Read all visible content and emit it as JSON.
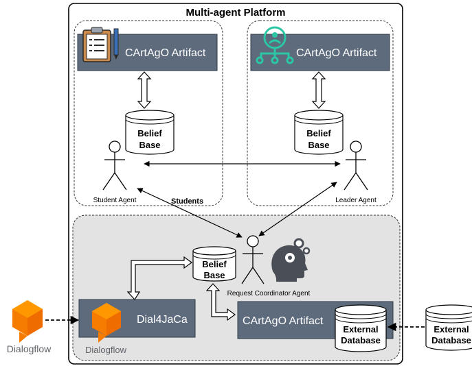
{
  "platform": {
    "title": "Multi-agent Platform"
  },
  "artifacts": {
    "student": {
      "label": "CArtAgO Artifact",
      "icon": "clipboard-icon"
    },
    "leader": {
      "label": "CArtAgO Artifact",
      "icon": "network-hub-icon"
    },
    "coordinator": {
      "label": "CArtAgO Artifact"
    }
  },
  "belief_bases": {
    "student": {
      "line1": "Belief",
      "line2": "Base"
    },
    "leader": {
      "line1": "Belief",
      "line2": "Base"
    },
    "coordinator": {
      "line1": "Belief",
      "line2": "Base"
    }
  },
  "agents": {
    "student": {
      "label": "Student Agent"
    },
    "leader": {
      "label": "Leader Agent"
    },
    "coordinator": {
      "label": "Request Coordinator Agent",
      "icon": "gear-head-icon"
    }
  },
  "edges": {
    "students_label": "Students"
  },
  "dial4jaca": {
    "label": "Dial4JaCa",
    "icon": "dialogflow-logo-icon",
    "logo_text": "Dialogflow"
  },
  "external_db_inner": {
    "line1": "External",
    "line2": "Database"
  },
  "external_db_outer": {
    "line1": "External",
    "line2": "Database"
  },
  "dialogflow_left": {
    "label": "Dialogflow",
    "icon": "dialogflow-logo-icon"
  },
  "colors": {
    "artifact_fill": "#5d6b7d",
    "coordinator_area_fill": "#e3e3e3",
    "dialogflow_orange": "#f57c00",
    "hub_icon": "#2bc6a4"
  }
}
